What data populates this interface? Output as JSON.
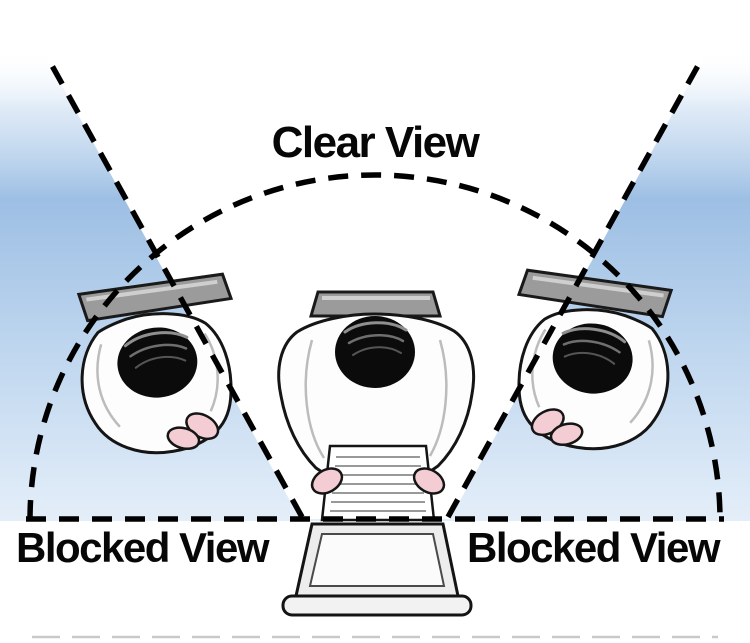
{
  "diagram": {
    "labels": {
      "clear": "Clear View",
      "blocked_left": "Blocked View",
      "blocked_right": "Blocked View"
    },
    "colors": {
      "blocked_zone_blue_top": "#9dbfe4",
      "blocked_zone_blue_mid": "#c0d7ef",
      "blocked_zone_blue_bottom": "#e4eef9",
      "dashed_line": "#000000",
      "hair": "#0b0b0b",
      "jacket": "#fdfdfd",
      "hands": "#f3cdd3",
      "chair": "#9b9b9b",
      "paper_lines": "#999999"
    }
  }
}
